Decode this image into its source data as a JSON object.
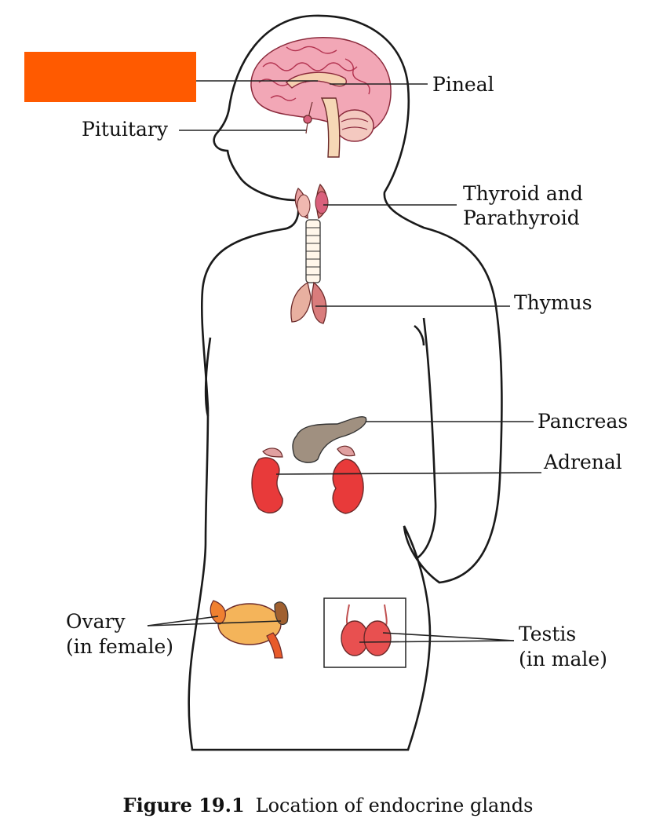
{
  "colors": {
    "skin": "#f7e1c0",
    "outline": "#1a1a1a",
    "brain": "#f2a7b6",
    "brain_dark": "#d9607c",
    "gland_pink": "#e8a0a0",
    "kidney": "#e83a3a",
    "ovary": "#f4b45a",
    "redact_box": "#ff5a00"
  },
  "labels": {
    "pineal": "Pineal",
    "pituitary": "Pituitary",
    "thyroid_line1": "Thyroid and",
    "thyroid_line2": "Parathyroid",
    "thymus": "Thymus",
    "pancreas": "Pancreas",
    "adrenal": "Adrenal",
    "ovary_line1": "Ovary",
    "ovary_line2": "(in female)",
    "testis_line1": "Testis",
    "testis_line2": "(in male)"
  },
  "caption": {
    "figure_number": "Figure 19.1",
    "text": "Location of endocrine glands"
  }
}
